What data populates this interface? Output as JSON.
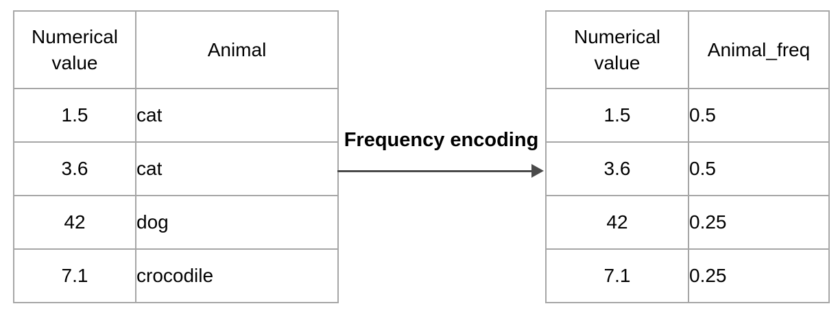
{
  "transform": {
    "label": "Frequency encoding"
  },
  "left_table": {
    "columns": [
      "Numerical value",
      "Animal"
    ],
    "rows": [
      [
        "1.5",
        "cat"
      ],
      [
        "3.6",
        "cat"
      ],
      [
        "42",
        "dog"
      ],
      [
        "7.1",
        "crocodile"
      ]
    ]
  },
  "right_table": {
    "columns": [
      "Numerical value",
      "Animal_freq"
    ],
    "rows": [
      [
        "1.5",
        "0.5"
      ],
      [
        "3.6",
        "0.5"
      ],
      [
        "42",
        "0.25"
      ],
      [
        "7.1",
        "0.25"
      ]
    ]
  },
  "colors": {
    "table_border": "#a6a6a6",
    "arrow": "#4a4a4a",
    "text": "#000000",
    "background": "#ffffff"
  }
}
